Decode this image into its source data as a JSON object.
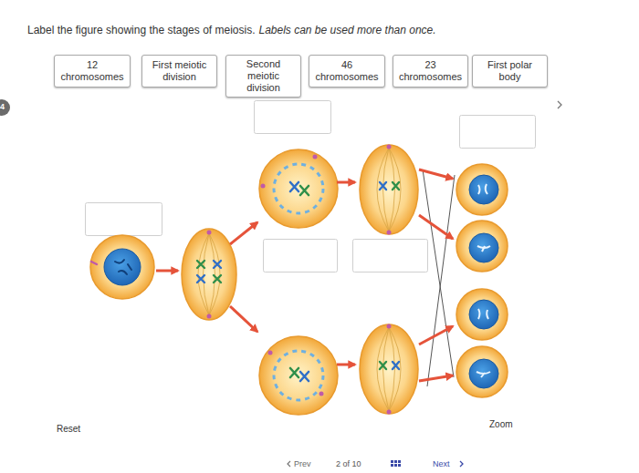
{
  "diagram": {
    "title": "Label the figure showing the stages of meiosis.",
    "nodes": [
      {
        "text": [
          "12 chromosomes"
        ]
      },
      {
        "text": [
          "First meiotic division"
        ]
      },
      {
        "text": [
          "Second meiotic division"
        ]
      },
      {
        "text": [
          "46 chromosomes"
        ]
      },
      {
        "text": [
          "23 chromosomes"
        ]
      },
      {
        "text": [
          "First polar body"
        ]
      }
    ],
    "labels": [
      "Labels can be used more than once.",
      "4",
      "Reset",
      "Zoom",
      "Prev",
      "2 of 10",
      "Next"
    ]
  }
}
